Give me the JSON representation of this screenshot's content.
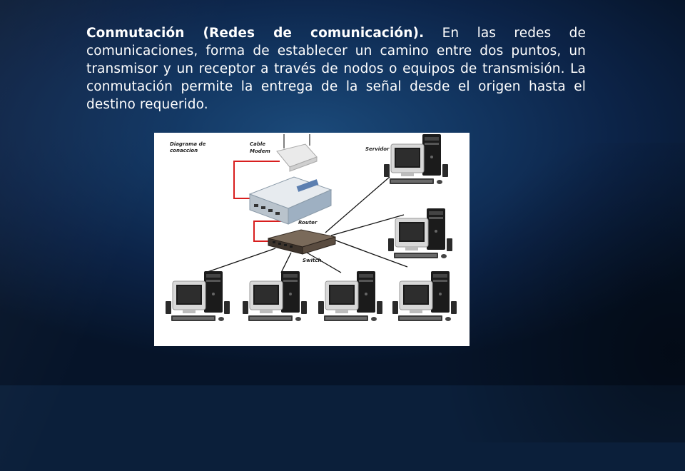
{
  "paragraph": {
    "title_bold": "Conmutación (Redes de comunicación).",
    "body": " En las redes de comunicaciones, forma de establecer un camino entre dos puntos, un transmisor y un receptor a través de nodos o equipos de transmisión. La conmutación permite la entrega de la señal desde el origen hasta el destino requerido."
  },
  "diagram": {
    "label_diagram_line1": "Diagrama de",
    "label_diagram_line2": "conaccion",
    "label_cable_line1": "Cable",
    "label_cable_line2": "Modem",
    "label_server": "Servidor",
    "label_router": "Router",
    "label_switch": "Switch",
    "colors": {
      "cable_red": "#d81e1e",
      "link_black": "#111111"
    }
  }
}
